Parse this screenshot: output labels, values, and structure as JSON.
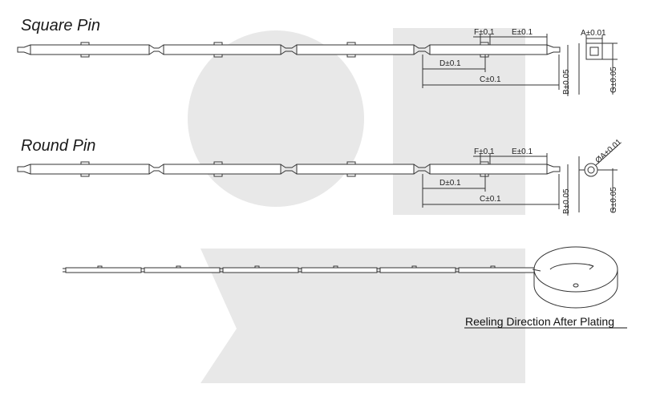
{
  "colors": {
    "watermark": "#e8e8e8",
    "line": "#333333",
    "text": "#222222"
  },
  "square_pin": {
    "title": "Square Pin",
    "dims": {
      "F": "F±0.1",
      "E": "E±0.1",
      "A": "A±0.01",
      "D": "D±0.1",
      "C": "C±0.1",
      "B": "B±0.05",
      "G": "G±0.05"
    }
  },
  "round_pin": {
    "title": "Round Pin",
    "dims": {
      "F": "F±0.1",
      "E": "E±0.1",
      "A": "ØA±0.01",
      "D": "D±0.1",
      "C": "C±0.1",
      "B": "B±0.05",
      "G": "G±0.05"
    }
  },
  "reel": {
    "caption": "Reeling Direction After Plating"
  }
}
